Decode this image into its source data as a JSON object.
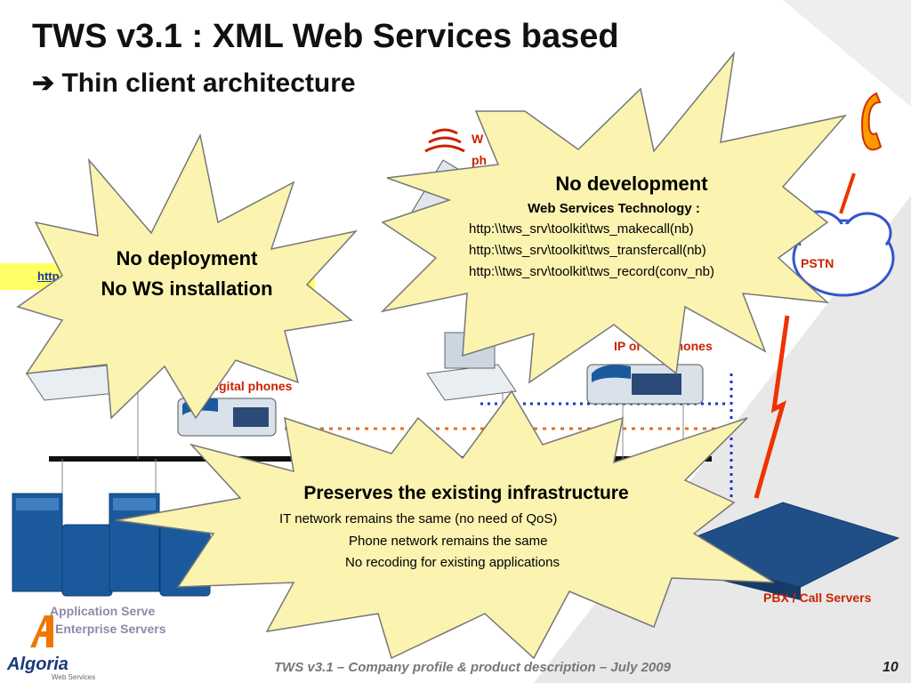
{
  "slide": {
    "title_line1": "TWS v3.1 : XML Web Services based",
    "title_line2": "Thin client architecture",
    "arrow": "➔",
    "page_number": "10",
    "footer": "TWS v3.1 – Company profile & product description – July 2009"
  },
  "bursts": {
    "deployment": {
      "line1": "No deployment",
      "line2": "No WS installation"
    },
    "development": {
      "heading": "No development",
      "subheading": "Web Services Technology :",
      "urls": [
        "http:\\\\tws_srv\\toolkit\\tws_makecall(nb)",
        "http:\\\\tws_srv\\toolkit\\tws_transfercall(nb)",
        "http:\\\\tws_srv\\toolkit\\tws_record(conv_nb)"
      ]
    },
    "infrastructure": {
      "heading": "Preserves the existing infrastructure",
      "lines": [
        "IT network remains the same (no need of QoS)",
        "Phone network remains the same",
        "No recoding for existing applications"
      ]
    }
  },
  "diagram": {
    "labels": {
      "pstn": "PSTN",
      "ip_phones": "IP or SIP phones",
      "digital_phones": "Digital phones",
      "pbx": "PBX / Call Servers",
      "app_servers": "Application Serve",
      "enterprise_servers": "Enterprise Servers",
      "wifi_partial_1": "W",
      "wifi_partial_2": "ph",
      "url_partial": "http"
    }
  },
  "logo": {
    "brand": "Algoria",
    "subtitle": "Web Services"
  },
  "colors": {
    "burst_fill": "#fbf3b0",
    "accent_red": "#cc2200",
    "link_blue": "#1a33aa",
    "url_bar": "#ffff66",
    "dotted_orange": "#e07020",
    "dotted_blue": "#2233cc",
    "server_blue": "#1a5a9c"
  }
}
